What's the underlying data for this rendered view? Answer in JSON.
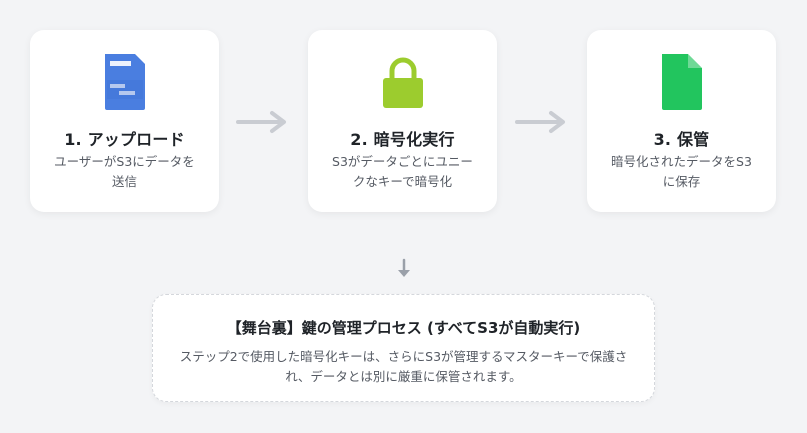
{
  "steps": [
    {
      "title": "1. アップロード",
      "description": "ユーザーがS3にデータを送信",
      "icon": "document-icon",
      "color": "#4a7ee0"
    },
    {
      "title": "2. 暗号化実行",
      "description": "S3がデータごとにユニークなキーで暗号化",
      "icon": "lock-icon",
      "color": "#9ccc2e"
    },
    {
      "title": "3. 保管",
      "description": "暗号化されたデータをS3に保存",
      "icon": "file-icon",
      "color": "#22c55e"
    }
  ],
  "note": {
    "title": "【舞台裏】鍵の管理プロセス (すべてS3が自動実行)",
    "description": "ステップ2で使用した暗号化キーは、さらにS3が管理するマスターキーで保護され、データとは別に厳重に保管されます。"
  },
  "colors": {
    "arrow": "#c9ccd2",
    "down_arrow": "#9aa0a9"
  }
}
